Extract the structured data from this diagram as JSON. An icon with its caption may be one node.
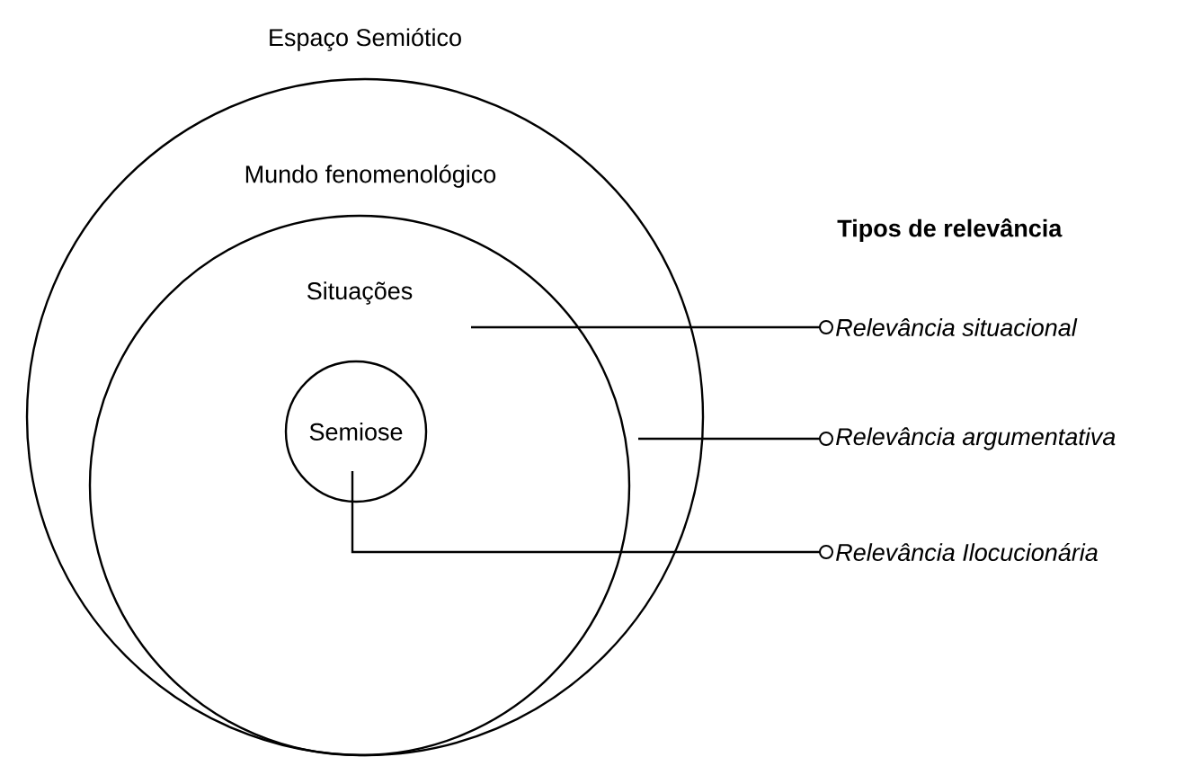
{
  "diagram": {
    "nodes": [
      {
        "text": [
          "Mundo fenomenológico"
        ]
      },
      {
        "text": [
          "Situações"
        ],
        "in": 0
      },
      {
        "text": [
          "Semiose"
        ],
        "in": 1
      },
      {
        "text": [
          "Relevância situacional"
        ]
      },
      {
        "text": [
          "Relevância argumentativa"
        ]
      },
      {
        "text": [
          "Relevância Ilocucionária"
        ]
      }
    ],
    "edges": [
      {
        "from": 1,
        "to": 3,
        "arrow": "other"
      },
      {
        "from": 0,
        "to": 4,
        "arrow": "other"
      },
      {
        "from": 2,
        "to": 5,
        "arrow": "other"
      }
    ],
    "labels": [
      "Espaço Semiótico",
      "Tipos de relevância"
    ]
  }
}
